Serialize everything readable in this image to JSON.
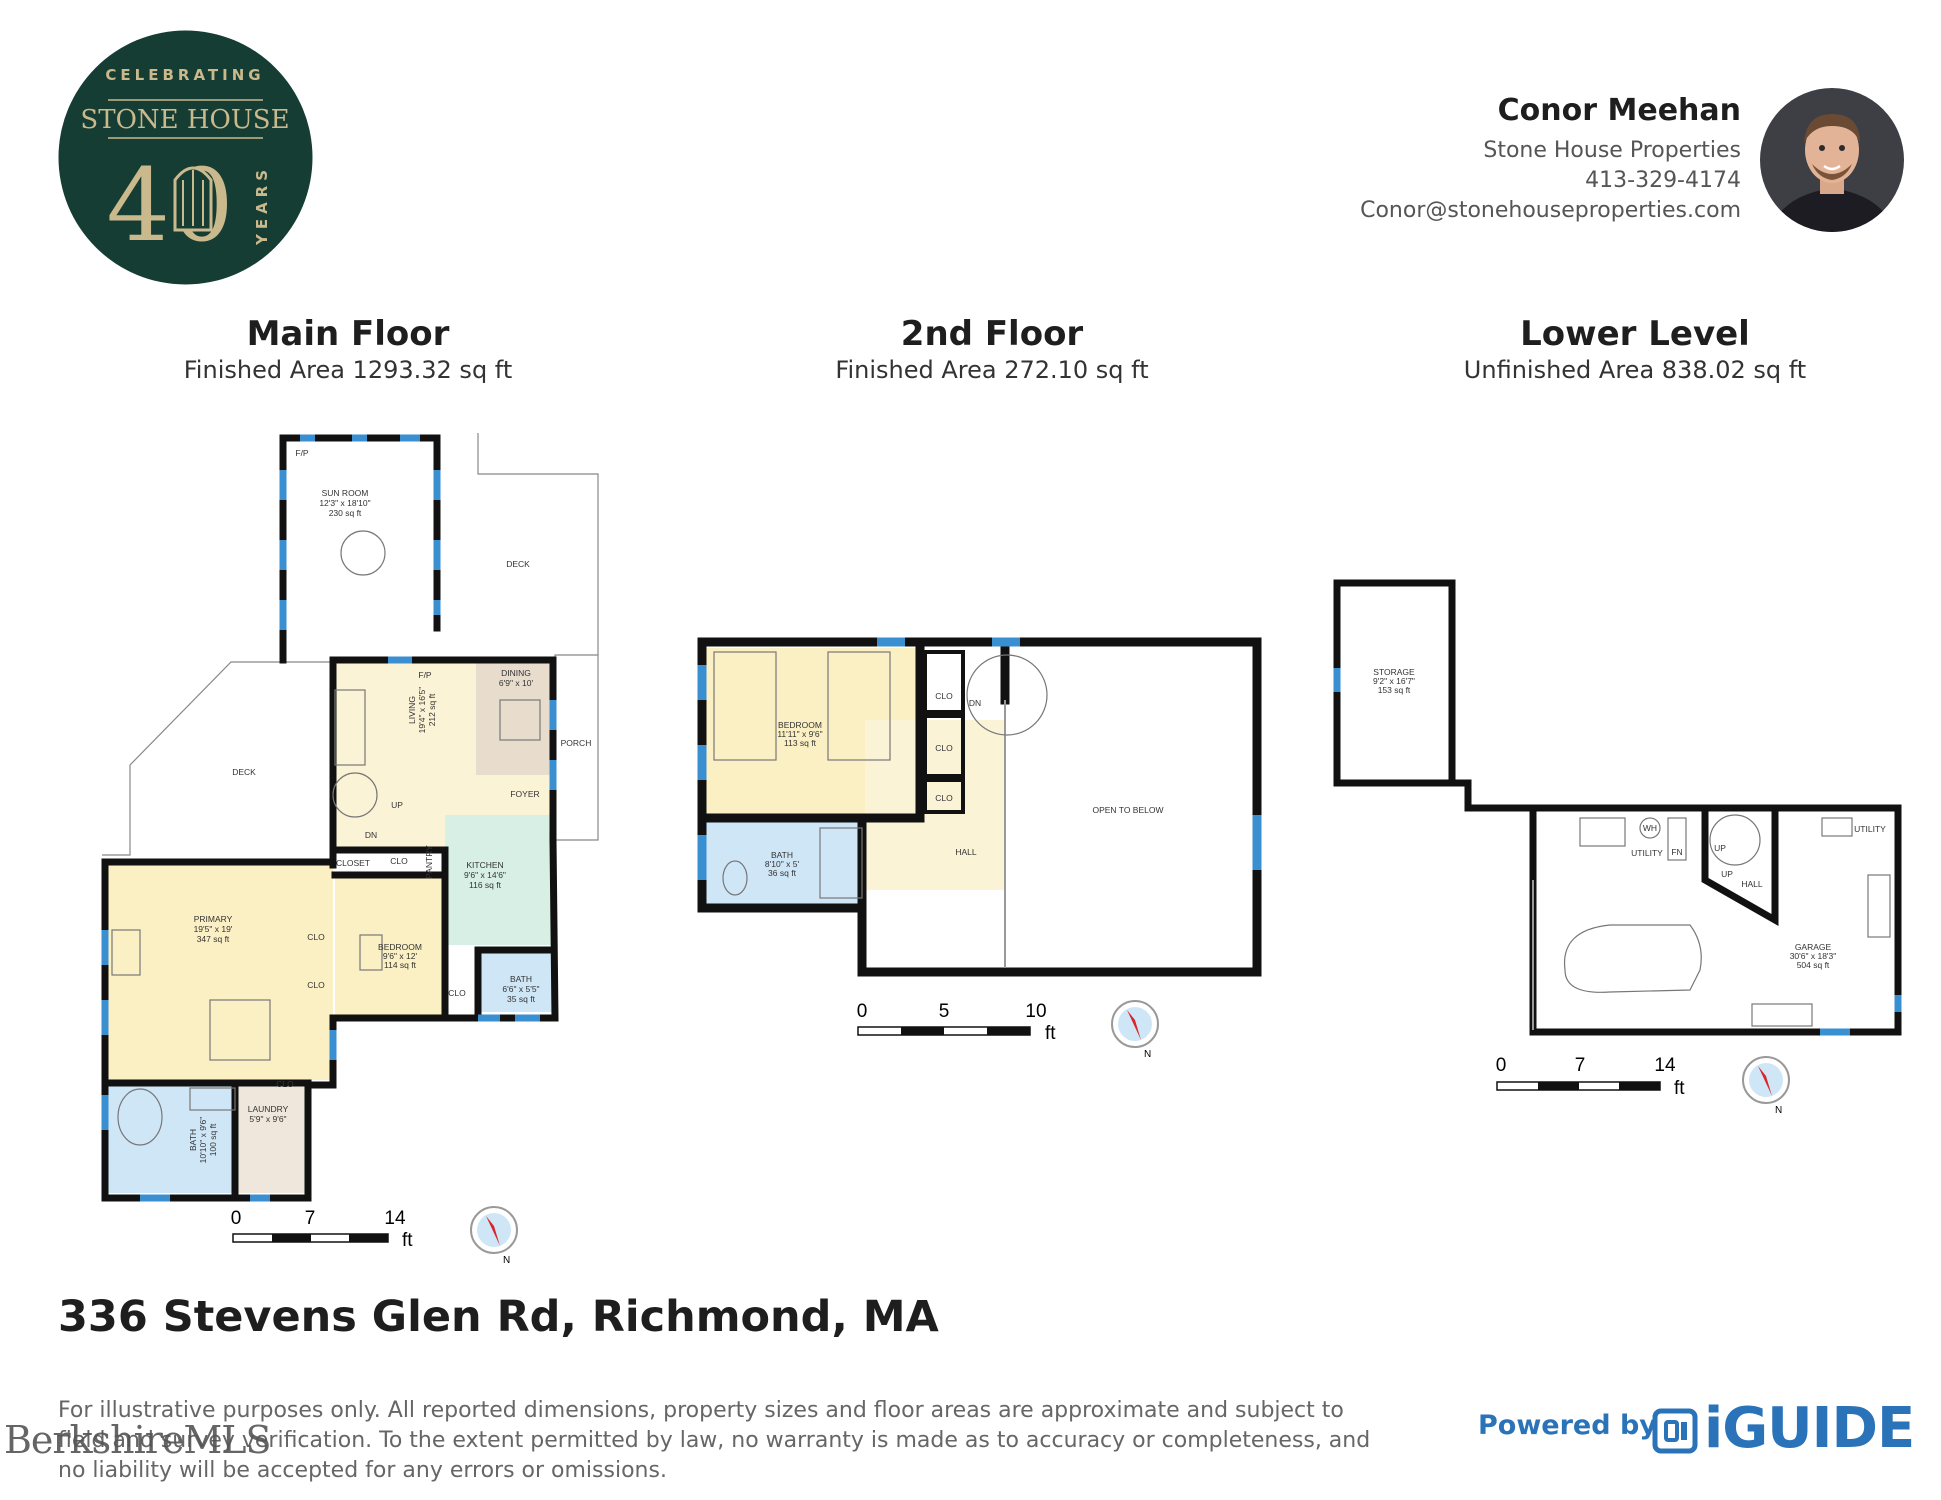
{
  "logo": {
    "top_text": "CELEBRATING",
    "brand": "STONE HOUSE",
    "number": "40",
    "side_text": "YEARS",
    "bg_color": "#163d33",
    "accent_color": "#c9b98c"
  },
  "agent": {
    "name": "Conor Meehan",
    "company": "Stone House Properties",
    "phone": "413-329-4174",
    "email": "Conor@stonehouseproperties.com"
  },
  "floors": [
    {
      "title": "Main Floor",
      "subtitle": "Finished Area 1293.32 sq ft"
    },
    {
      "title": "2nd Floor",
      "subtitle": "Finished Area 272.10 sq ft"
    },
    {
      "title": "Lower Level",
      "subtitle": "Unfinished Area 838.02 sq ft"
    }
  ],
  "main_rooms": {
    "fp1": "F/P",
    "sun_room": [
      "SUN ROOM",
      "12'3\" x 18'10\"",
      "230 sq ft"
    ],
    "deck_top": "DECK",
    "deck_left": "DECK",
    "fp2": "F/P",
    "living": [
      "LIVING",
      "19'4\" x 16'5\"",
      "212 sq ft"
    ],
    "dining": [
      "DINING",
      "6'9\" x 10'"
    ],
    "porch": "PORCH",
    "foyer": "FOYER",
    "up": "UP",
    "dn": "DN",
    "closet": "CLOSET",
    "clo": "CLO",
    "pantry": "PANTRY",
    "kitchen": [
      "KITCHEN",
      "9'6\" x 14'6\"",
      "116 sq ft"
    ],
    "primary": [
      "PRIMARY",
      "19'5\" x 19'",
      "347 sq ft"
    ],
    "bedroom": [
      "BEDROOM",
      "9'6\" x 12'",
      "114 sq ft"
    ],
    "bath_small": [
      "BATH",
      "6'6\" x 5'5\"",
      "35 sq ft"
    ],
    "bath_large": [
      "BATH",
      "10'10\" x 9'6\"",
      "100 sq ft"
    ],
    "laundry": [
      "LAUNDRY",
      "5'9\" x 9'6\""
    ]
  },
  "second_rooms": {
    "bedroom": [
      "BEDROOM",
      "11'11\" x 9'6\"",
      "113 sq ft"
    ],
    "clo": "CLO",
    "dn": "DN",
    "open": "OPEN TO BELOW",
    "bath": [
      "BATH",
      "8'10\" x 5'",
      "36 sq ft"
    ],
    "hall": "HALL"
  },
  "lower_rooms": {
    "storage": [
      "STORAGE",
      "9'2\" x 16'7\"",
      "153 sq ft"
    ],
    "utility": "UTILITY",
    "wh": "WH",
    "fn": "FN",
    "up": "UP",
    "hall": "HALL",
    "garage": [
      "GARAGE",
      "30'6\" x 18'3\"",
      "504 sq ft"
    ]
  },
  "scales": {
    "main": [
      "0",
      "7",
      "14",
      "ft"
    ],
    "second": [
      "0",
      "5",
      "10",
      "ft"
    ],
    "lower": [
      "0",
      "7",
      "14",
      "ft"
    ],
    "north": "N"
  },
  "address": "336 Stevens Glen Rd, Richmond, MA",
  "disclaimer": "For illustrative purposes only. All reported dimensions, property sizes and floor areas are approximate and subject to field and survey verification. To the extent permitted by law, no warranty is made as to accuracy or completeness, and no liability will be accepted for any errors or omissions.",
  "watermark": "BerkshireMLS",
  "powered_by": "Powered by",
  "brand_iguide": "iGUIDE",
  "colors": {
    "wall": "#111111",
    "window": "#3a8fd1",
    "bedroom_fill": "#fbefc4",
    "bath_fill": "#cfe6f7",
    "kitchen_fill": "#d8efe6",
    "dining_fill": "#e8dccd",
    "hall_fill": "#fbf3d6",
    "brand_blue": "#2a73b8"
  }
}
